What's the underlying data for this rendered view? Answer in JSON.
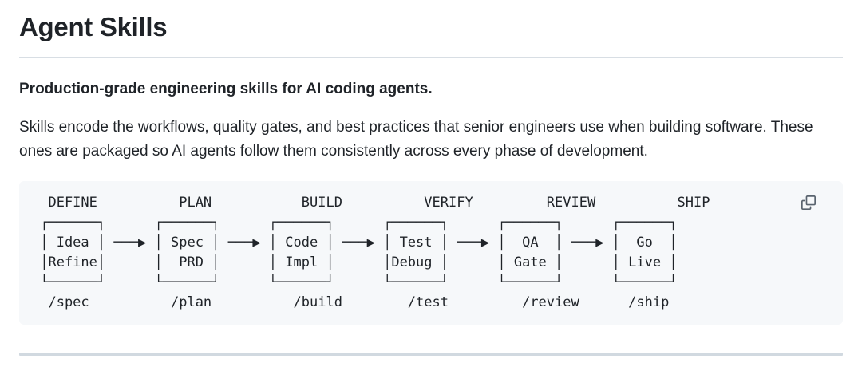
{
  "header": {
    "title": "Agent Skills"
  },
  "intro": {
    "lead": "Production-grade engineering skills for AI coding agents.",
    "description": "Skills encode the workflows, quality gates, and best practices that senior engineers use when building software. These ones are packaged so AI agents follow them consistently across every phase of development."
  },
  "code_block": {
    "ascii_art": "  DEFINE          PLAN           BUILD          VERIFY         REVIEW          SHIP\n ┌──────┐      ┌──────┐      ┌──────┐      ┌──────┐      ┌──────┐      ┌──────┐\n │ Idea │ ───▶ │ Spec │ ───▶ │ Code │ ───▶ │ Test │ ───▶ │  QA  │ ───▶ │  Go  │\n │Refine│      │  PRD │      │ Impl │      │Debug │      │ Gate │      │ Live │\n └──────┘      └──────┘      └──────┘      └──────┘      └──────┘      └──────┘\n  /spec          /plan          /build        /test         /review      /ship",
    "pipeline_stages": [
      {
        "phase": "DEFINE",
        "box_lines": [
          "Idea",
          "Refine"
        ],
        "command": "/spec"
      },
      {
        "phase": "PLAN",
        "box_lines": [
          "Spec",
          "PRD"
        ],
        "command": "/plan"
      },
      {
        "phase": "BUILD",
        "box_lines": [
          "Code",
          "Impl"
        ],
        "command": "/build"
      },
      {
        "phase": "VERIFY",
        "box_lines": [
          "Test",
          "Debug"
        ],
        "command": "/test"
      },
      {
        "phase": "REVIEW",
        "box_lines": [
          "QA",
          "Gate"
        ],
        "command": "/review"
      },
      {
        "phase": "SHIP",
        "box_lines": [
          "Go",
          "Live"
        ],
        "command": "/ship"
      }
    ],
    "arrow_glyph": "───▶",
    "copy_icon": "copy-icon"
  },
  "colors": {
    "text": "#1f2328",
    "code_background": "#f6f8fa",
    "heading_underline": "#d8dee4",
    "divider": "#d1d9e0",
    "icon": "#59636e"
  }
}
